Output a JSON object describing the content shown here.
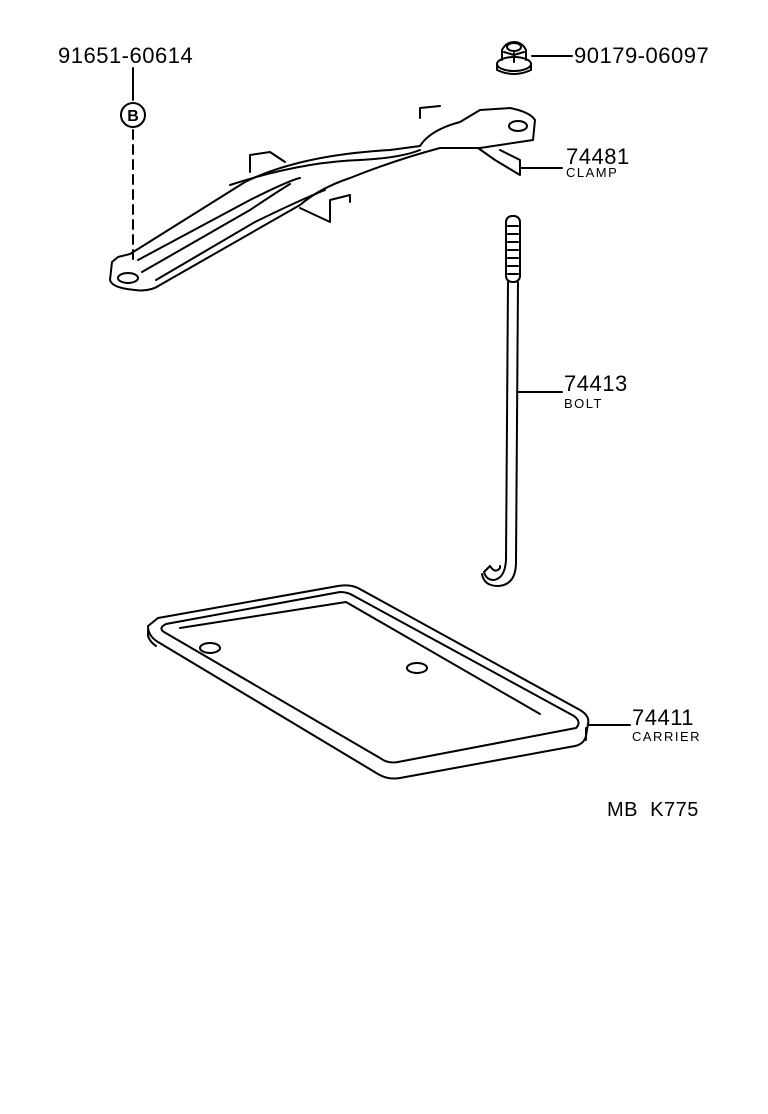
{
  "diagram": {
    "type": "exploded-parts-diagram",
    "colors": {
      "line": "#000000",
      "background": "#ffffff"
    },
    "parts": [
      {
        "part_number": "91651-60614",
        "name": "",
        "symbol": "B"
      },
      {
        "part_number": "90179-06097",
        "name": ""
      },
      {
        "part_number": "74481",
        "name": "CLAMP"
      },
      {
        "part_number": "74413",
        "name": "BOLT"
      },
      {
        "part_number": "74411",
        "name": "CARRIER"
      }
    ],
    "figure_code": "MB  K775"
  }
}
